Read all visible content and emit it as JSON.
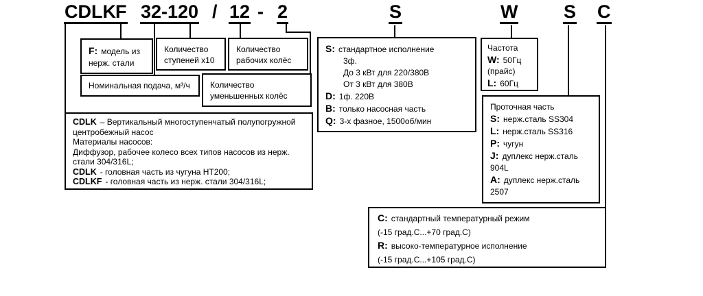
{
  "colors": {
    "ink": "#000000",
    "background": "#ffffff"
  },
  "code_line": {
    "model": "CDLK",
    "material_flag": "F",
    "flow": "32-120",
    "separator_slash": "/",
    "stages": "12",
    "separator_dash": "-",
    "reduced": "2",
    "phase": "S",
    "frequency": "W",
    "flow_part": "S",
    "temperature": "C"
  },
  "callouts": {
    "f_model": {
      "prefix": "F:",
      "text": "модель из нерж. стали"
    },
    "stages": {
      "text": "Количество ступеней х10"
    },
    "impellers": {
      "text": "Количество рабочих колёс"
    },
    "nominal_flow": {
      "text": "Номинальная подача, м³/ч"
    },
    "reduced_impellers": {
      "text": "Количество уменьшенных колёс"
    },
    "description": {
      "lines": [
        {
          "prefix": "CDLK",
          "text": "– Вертикальный многоступенчатый полупогружной центробежный насос"
        },
        {
          "prefix": "",
          "text": "Материалы насосов:"
        },
        {
          "prefix": "",
          "text": "Диффузор, рабочее колесо всех типов насосов из нерж. стали 304/316L;"
        },
        {
          "prefix": "CDLK",
          "text": "- головная часть из чугуна НТ200;"
        },
        {
          "prefix": "CDLKF",
          "text": "- головная часть из нерж. стали 304/316L;"
        }
      ]
    },
    "phase_options": {
      "lines": [
        {
          "prefix": "S:",
          "text": "стандартное исполнение"
        },
        {
          "prefix": "",
          "text": "3ф."
        },
        {
          "prefix": "",
          "text": "До 3 кВт для 220/380В"
        },
        {
          "prefix": "",
          "text": "От 3 кВт для 380В"
        },
        {
          "prefix": "D:",
          "text": "1ф. 220В"
        },
        {
          "prefix": "B:",
          "text": "только насосная часть"
        },
        {
          "prefix": "Q:",
          "text": "3-х фазное, 1500об/мин"
        }
      ]
    },
    "frequency": {
      "lines": [
        {
          "prefix": "",
          "text": "Частота"
        },
        {
          "prefix": "W:",
          "text": "50Гц"
        },
        {
          "prefix": "",
          "text": "(прайс)"
        },
        {
          "prefix": "L:",
          "text": "60Гц"
        }
      ]
    },
    "flow_part": {
      "title": "Проточная часть",
      "lines": [
        {
          "prefix": "S:",
          "text": "нерж.сталь SS304"
        },
        {
          "prefix": "L:",
          "text": "нерж.сталь SS316"
        },
        {
          "prefix": "P:",
          "text": "чугун"
        },
        {
          "prefix": "J:",
          "text": "дуплекс нерж.сталь 904L"
        },
        {
          "prefix": "A:",
          "text": "дуплекс нерж.сталь 2507"
        }
      ]
    },
    "temperature": {
      "lines": [
        {
          "prefix": "C:",
          "text": "стандартный температурный режим"
        },
        {
          "prefix": "",
          "text": "(-15 град.С...+70 град.С)"
        },
        {
          "prefix": "R:",
          "text": "высоко-температурное исполнение"
        },
        {
          "prefix": "",
          "text": "(-15 град.С...+105 град.С)"
        }
      ]
    }
  }
}
